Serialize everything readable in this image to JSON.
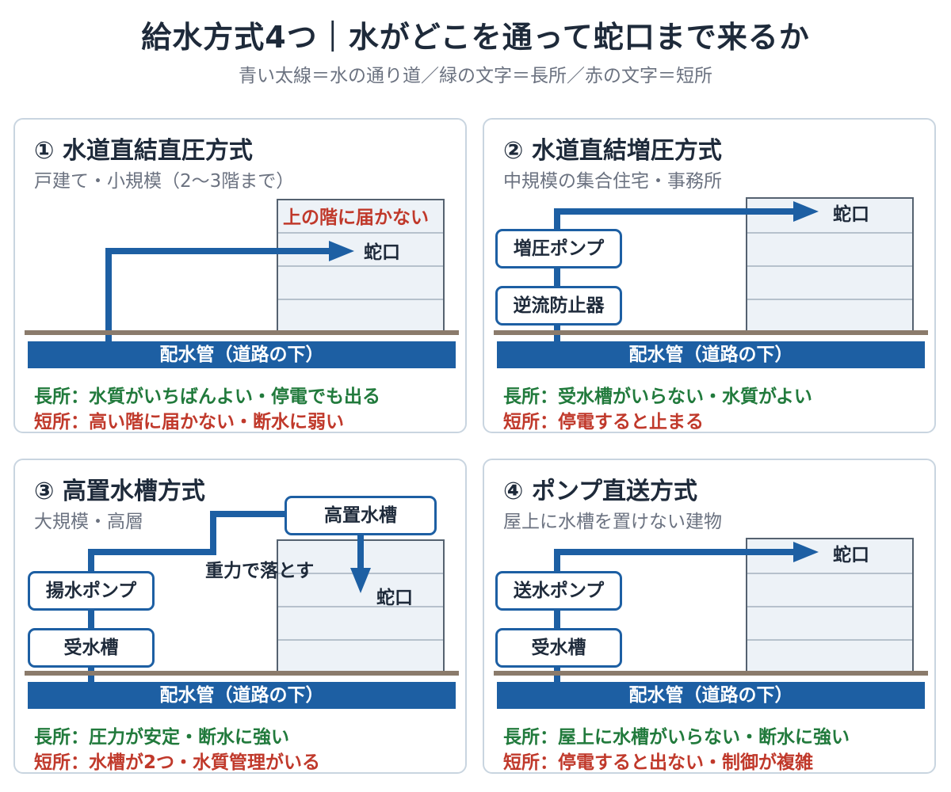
{
  "title": "給水方式4つ｜水がどこを通って蛇口まで来るか",
  "subtitle": "青い太線＝水の通り道／緑の文字＝長所／赤の文字＝短所",
  "colors": {
    "pipe": "#1d5fa3",
    "pro": "#217a3c",
    "con": "#c0392b",
    "ground": "#8b7b6b",
    "building": "#edf2f7"
  },
  "panels": [
    {
      "title": "① 水道直結直圧方式",
      "subtitle": "戸建て・小規模（2〜3階まで）",
      "main_pipe": "配水管（道路の下）",
      "faucet": "蛇口",
      "warning": "上の階に届かない",
      "pro": "長所：水質がいちばんよい・停電でも出る",
      "con": "短所：高い階に届かない・断水に弱い"
    },
    {
      "title": "② 水道直結増圧方式",
      "subtitle": "中規模の集合住宅・事務所",
      "main_pipe": "配水管（道路の下）",
      "faucet": "蛇口",
      "box_upper": "増圧ポンプ",
      "box_lower": "逆流防止器",
      "pro": "長所：受水槽がいらない・水質がよい",
      "con": "短所：停電すると止まる"
    },
    {
      "title": "③ 高置水槽方式",
      "subtitle": "大規模・高層",
      "main_pipe": "配水管（道路の下）",
      "faucet": "蛇口",
      "box_upper": "揚水ポンプ",
      "box_lower": "受水槽",
      "box_top": "高置水槽",
      "gravity": "重力で落とす",
      "pro": "長所：圧力が安定・断水に強い",
      "con": "短所：水槽が2つ・水質管理がいる"
    },
    {
      "title": "④ ポンプ直送方式",
      "subtitle": "屋上に水槽を置けない建物",
      "main_pipe": "配水管（道路の下）",
      "faucet": "蛇口",
      "box_upper": "送水ポンプ",
      "box_lower": "受水槽",
      "pro": "長所：屋上に水槽がいらない・断水に強い",
      "con": "短所：停電すると出ない・制御が複雑"
    }
  ]
}
